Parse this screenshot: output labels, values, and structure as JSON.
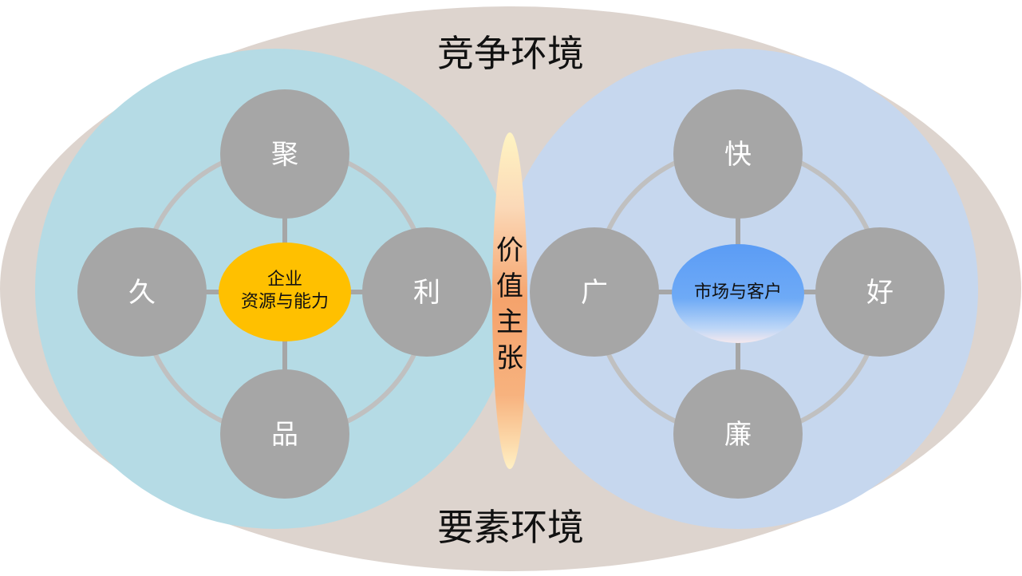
{
  "outer_labels": {
    "top": "竞争环境",
    "bottom": "要素环境"
  },
  "left_cluster": {
    "core_line1": "企业",
    "core_line2": "资源与能力",
    "nodes": {
      "top": "聚",
      "left": "久",
      "right": "利",
      "bottom": "品"
    }
  },
  "right_cluster": {
    "core": "市场与客户",
    "nodes": {
      "top": "快",
      "left": "广",
      "right": "好",
      "bottom": "廉"
    }
  },
  "center": {
    "chars": [
      "价",
      "值",
      "主",
      "张"
    ]
  },
  "colors": {
    "outer_ellipse": "#ddd4ce",
    "left_circle": "#b5dbe5",
    "right_circle": "#c6d7ee",
    "node_circle": "#a6a6a6",
    "ring_line": "#c0c0c0",
    "left_core": "#ffc000",
    "right_core_top": "#5b9cf5",
    "right_core_bottom": "#f3e7ee"
  }
}
